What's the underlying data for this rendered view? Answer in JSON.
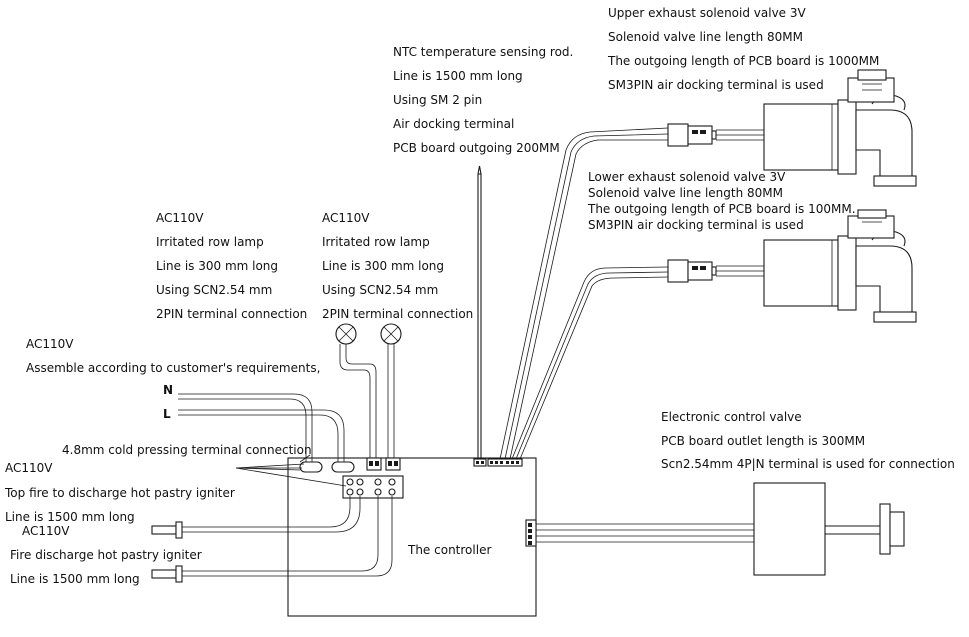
{
  "ntc": {
    "line1": "NTC temperature sensing rod.",
    "line2": "Line is 1500 mm long",
    "line3": "Using SM 2 pin",
    "line4": "Air docking terminal",
    "line5": "PCB board outgoing 200MM"
  },
  "upper_valve": {
    "line1": "Upper exhaust solenoid valve 3V",
    "line2": "Solenoid valve line length 80MM",
    "line3": "The outgoing length of PCB board is 1000MM",
    "line4": "SM3PIN air docking terminal is used"
  },
  "lower_valve": {
    "line1": "Lower exhaust solenoid valve 3V",
    "line2": "Solenoid valve line length 80MM",
    "line3": "The outgoing length of PCB board is 100MM.",
    "line4": "SM3PIN air docking terminal is used"
  },
  "lamp1": {
    "line1": "AC110V",
    "line2": "Irritated row lamp",
    "line3": "Line is 300 mm long",
    "line4": "Using SCN2.54 mm",
    "line5": "2PIN terminal connection"
  },
  "lamp2": {
    "line1": "AC110V",
    "line2": "Irritated row lamp",
    "line3": "Line is 300 mm long",
    "line4": "Using SCN2.54 mm",
    "line5": "2PIN terminal connection"
  },
  "power": {
    "line1": "AC110V",
    "line2": "Assemble according to customer's requirements,",
    "n_label": "N",
    "l_label": "L"
  },
  "cold_press": {
    "text": "4.8mm cold pressing terminal connection"
  },
  "igniter_top": {
    "line1": "AC110V",
    "line2": "Top fire to discharge hot pastry igniter",
    "line3": "Line is 1500 mm long"
  },
  "igniter_bottom": {
    "line1": "AC110V",
    "line2": "Fire discharge hot pastry igniter",
    "line3": "Line is 1500 mm long"
  },
  "controller": {
    "label": "The controller"
  },
  "control_valve": {
    "line1": "Electronic control valve",
    "line2": "PCB board outlet length is 300MM",
    "line3": "Scn2.54mm 4P|N terminal is used for connection"
  }
}
